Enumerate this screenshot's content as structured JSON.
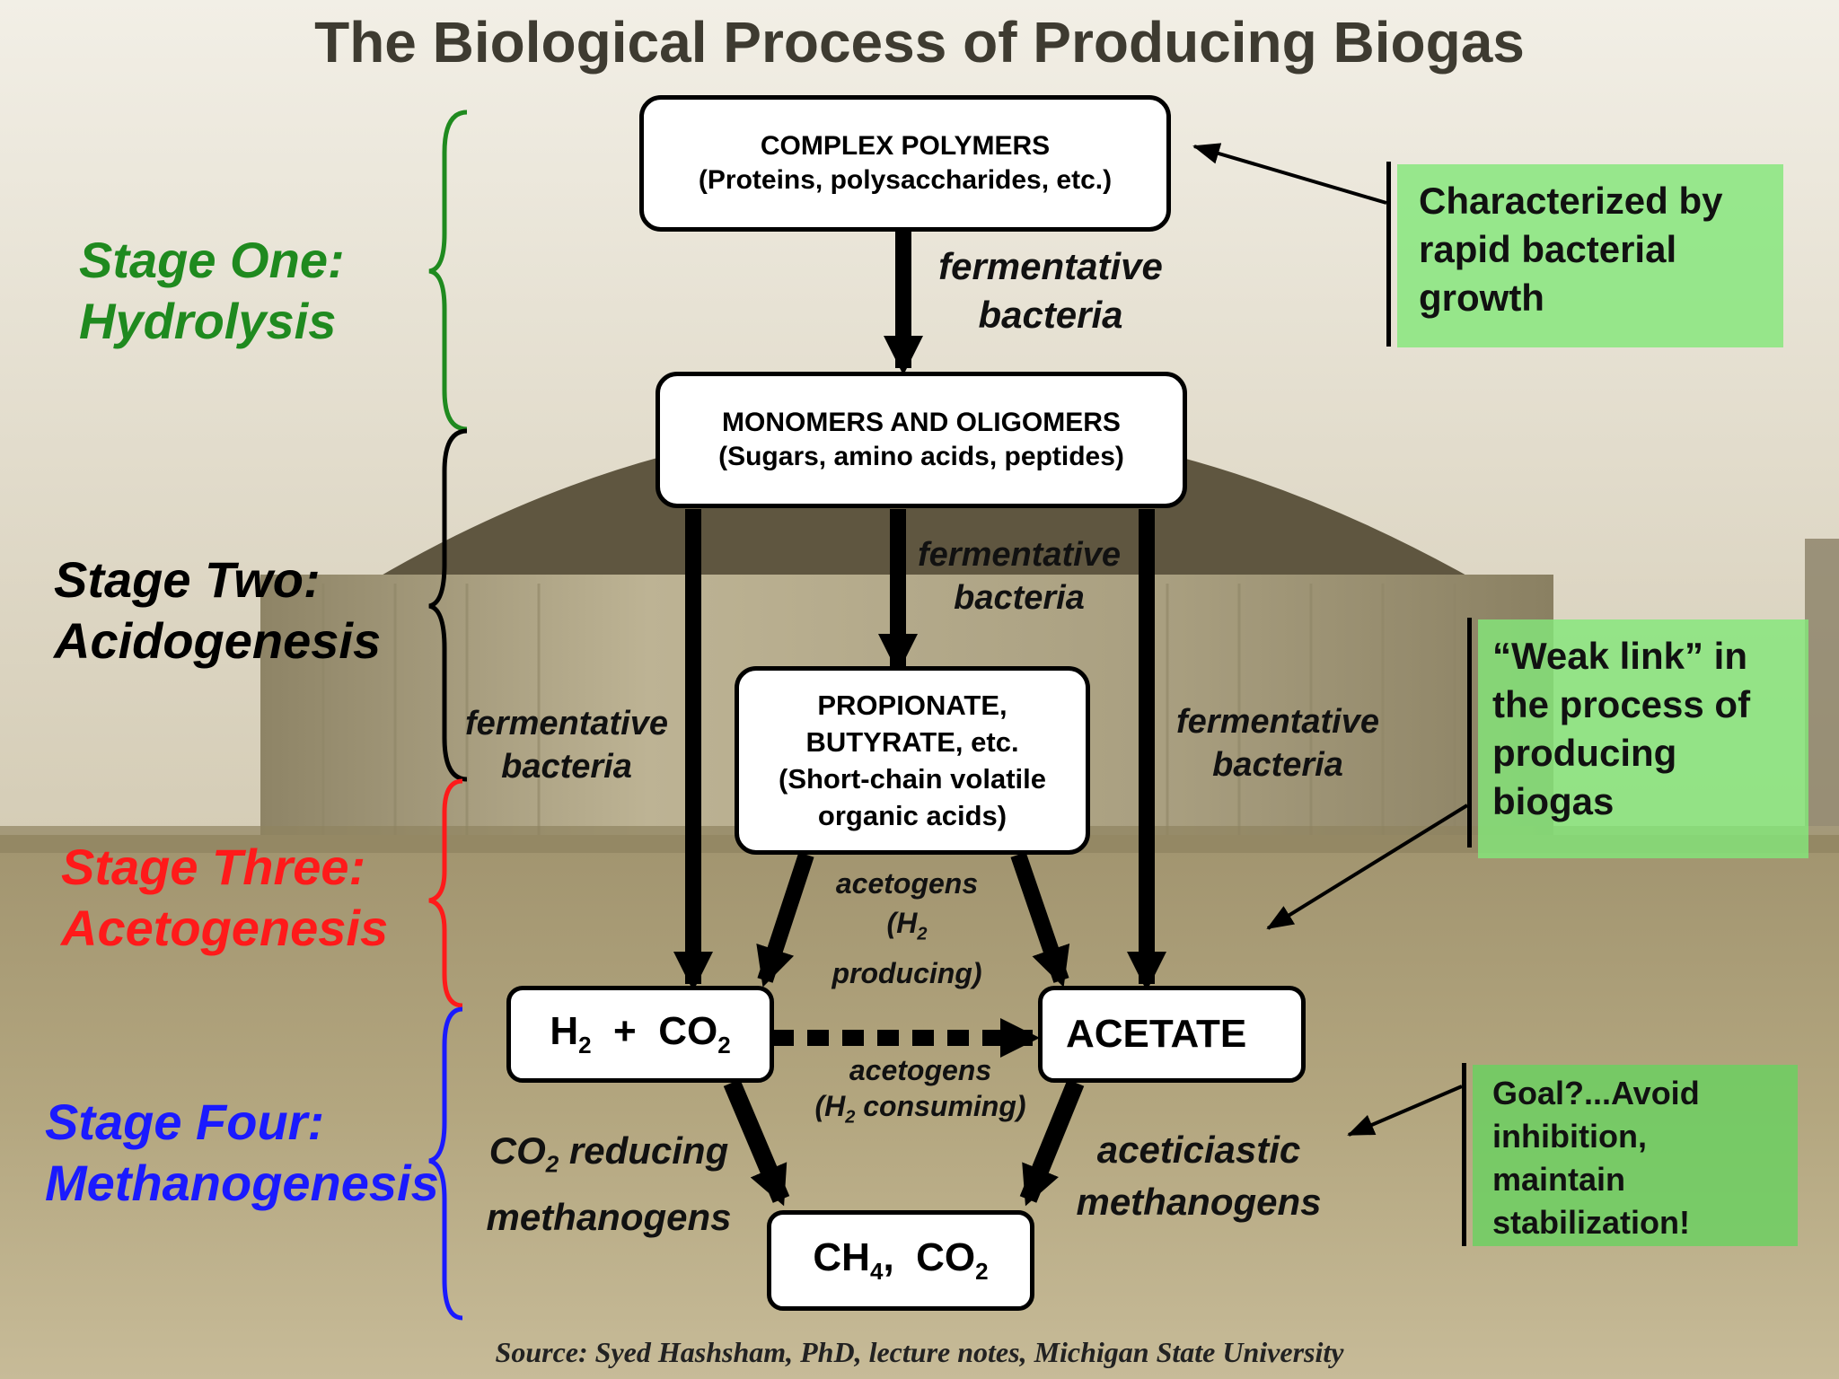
{
  "title": "The Biological Process of Producing Biogas",
  "colors": {
    "stage_one": "#1f8a1f",
    "stage_two": "#000000",
    "stage_three": "#ff1a1a",
    "stage_four": "#1a1aff",
    "note_fill": "#84e67a"
  },
  "stages": {
    "one": {
      "line1": "Stage One:",
      "line2": "Hydrolysis"
    },
    "two": {
      "line1": "Stage Two:",
      "line2": "Acidogenesis"
    },
    "three": {
      "line1": "Stage Three:",
      "line2": "Acetogenesis"
    },
    "four": {
      "line1": "Stage Four:",
      "line2": "Methanogenesis"
    }
  },
  "boxes": {
    "complex_polymers": {
      "line1": "COMPLEX POLYMERS",
      "line2": "(Proteins, polysaccharides, etc.)"
    },
    "monomers": {
      "line1": "MONOMERS AND OLIGOMERS",
      "line2": "(Sugars, amino acids, peptides)"
    },
    "propionate": {
      "line1": "PROPIONATE,",
      "line2": "BUTYRATE, etc.",
      "line3": "(Short-chain volatile",
      "line4": "organic acids)"
    },
    "h2co2": {
      "a": "H",
      "a_sub": "2",
      "plus": "+",
      "b": "CO",
      "b_sub": "2"
    },
    "acetate": {
      "label": "ACETATE"
    },
    "ch4co2": {
      "a": "CH",
      "a_sub": "4",
      "sep": ",",
      "b": "CO",
      "b_sub": "2"
    }
  },
  "labels": {
    "ferm1": {
      "line1": "fermentative",
      "line2": "bacteria"
    },
    "ferm_center": {
      "line1": "fermentative",
      "line2": "bacteria"
    },
    "ferm_left": {
      "line1": "fermentative",
      "line2": "bacteria"
    },
    "ferm_right": {
      "line1": "fermentative",
      "line2": "bacteria"
    },
    "acetogens_h2p": {
      "line1": "acetogens",
      "line2a": "(H",
      "line2_sub": "2",
      "line3": "producing)"
    },
    "acetogens_h2c": {
      "line1": "acetogens",
      "line2a": "(H",
      "line2_sub": "2",
      "line2b": " consuming)"
    },
    "co2_reducing": {
      "line1a": "CO",
      "line1_sub": "2",
      "line1b": " reducing",
      "line2": "methanogens"
    },
    "aceticlastic": {
      "line1": "aceticiastic",
      "line2": "methanogens"
    }
  },
  "notes": {
    "rapid": {
      "line1": "Characterized by",
      "line2": "rapid bacterial",
      "line3": "growth"
    },
    "weak": {
      "line1": "“Weak link” in",
      "line2": "the process of",
      "line3": "producing",
      "line4": "biogas"
    },
    "goal": {
      "line1": "Goal?...Avoid",
      "line2": "inhibition,",
      "line3": "maintain",
      "line4": "stabilization!"
    }
  },
  "source": "Source: Syed Hashsham, PhD, lecture notes, Michigan State University"
}
